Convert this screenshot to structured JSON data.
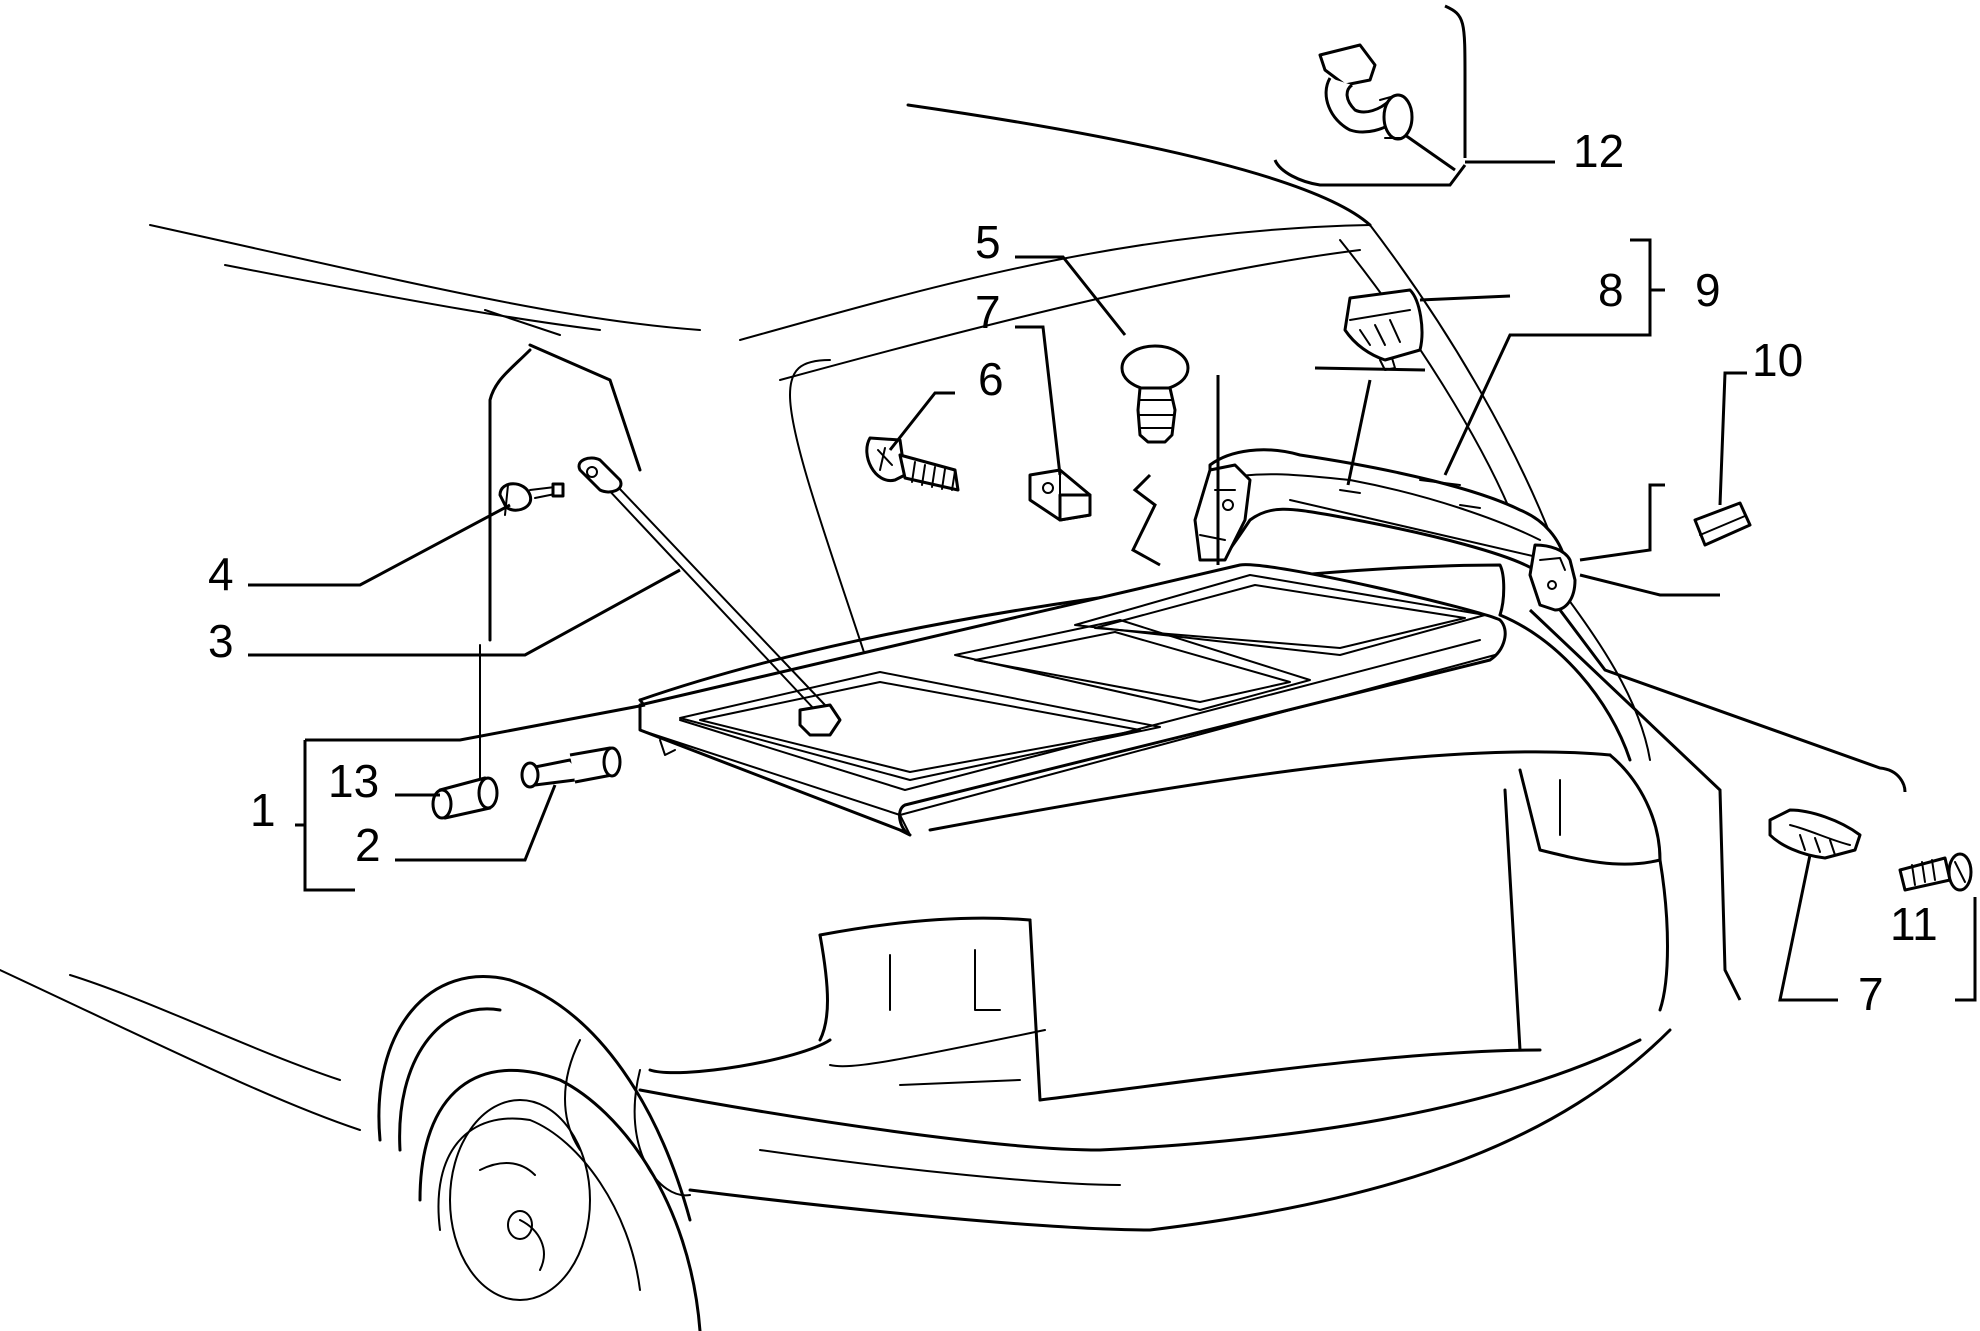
{
  "callouts": [
    {
      "id": "1",
      "label": "1"
    },
    {
      "id": "2",
      "label": "2"
    },
    {
      "id": "3",
      "label": "3"
    },
    {
      "id": "4",
      "label": "4"
    },
    {
      "id": "5",
      "label": "5"
    },
    {
      "id": "6",
      "label": "6"
    },
    {
      "id": "7a",
      "label": "7"
    },
    {
      "id": "7b",
      "label": "7"
    },
    {
      "id": "8",
      "label": "8"
    },
    {
      "id": "9",
      "label": "9"
    },
    {
      "id": "10",
      "label": "10"
    },
    {
      "id": "11",
      "label": "11"
    },
    {
      "id": "12",
      "label": "12"
    },
    {
      "id": "13",
      "label": "13"
    }
  ],
  "parts": [
    {
      "callout": "1",
      "name": "parcel-shelf"
    },
    {
      "callout": "2",
      "name": "pin"
    },
    {
      "callout": "3",
      "name": "hanger-strap"
    },
    {
      "callout": "4",
      "name": "fastener"
    },
    {
      "callout": "5",
      "name": "push-clip"
    },
    {
      "callout": "6",
      "name": "screw"
    },
    {
      "callout": "7",
      "name": "clip-nut"
    },
    {
      "callout": "8",
      "name": "support-bracket"
    },
    {
      "callout": "9",
      "name": "rear-support-assembly"
    },
    {
      "callout": "10",
      "name": "cap"
    },
    {
      "callout": "11",
      "name": "screw"
    },
    {
      "callout": "12",
      "name": "retaining-clip"
    },
    {
      "callout": "13",
      "name": "bush"
    }
  ]
}
